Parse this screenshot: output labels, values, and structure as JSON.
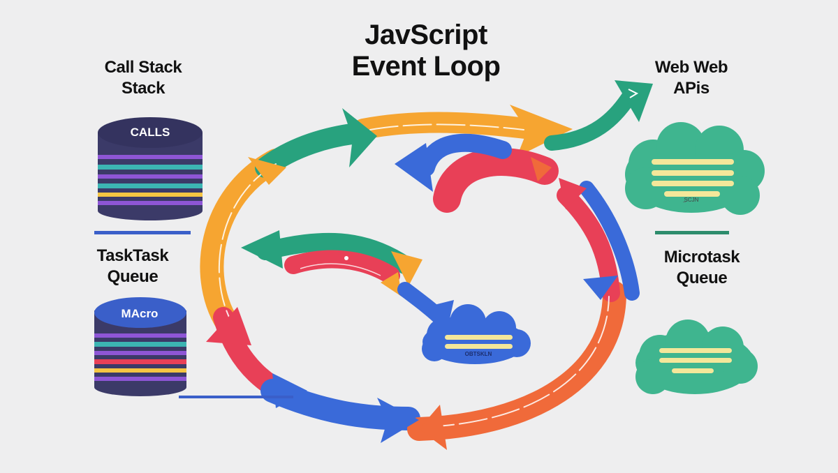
{
  "title": {
    "line1": "JavScript",
    "line2": "Event Loop"
  },
  "call_stack": {
    "label_line1": "Call Stack",
    "label_line2": "Stack",
    "tag": "CALLS"
  },
  "task_queue": {
    "label_line1": "TaskTask",
    "label_line2": "Queue",
    "tag": "MAcro"
  },
  "web_apis": {
    "label_line1": "Web Web",
    "label_line2": "APis",
    "cloud_footer": "SCJN"
  },
  "microtask_queue": {
    "label_line1": "Microtask",
    "label_line2": "Queue"
  },
  "center_cloud": {
    "footer": "OBTSKLN"
  },
  "colors": {
    "background": "#eeeeef",
    "orange": "#f6a531",
    "deep_orange": "#f06a3a",
    "red": "#e84057",
    "blue": "#3a6ad9",
    "green": "#28a27e",
    "stack_dark": "#3b3a68",
    "stack_purple": "#8e56d6",
    "stack_teal": "#3cb5b3",
    "stack_yellow": "#f5c542",
    "divider_blue": "#3a5fc9",
    "divider_green": "#2d8c6c"
  },
  "icons": [
    "database-stack-icon",
    "cloud-icon",
    "arrow-icon"
  ]
}
